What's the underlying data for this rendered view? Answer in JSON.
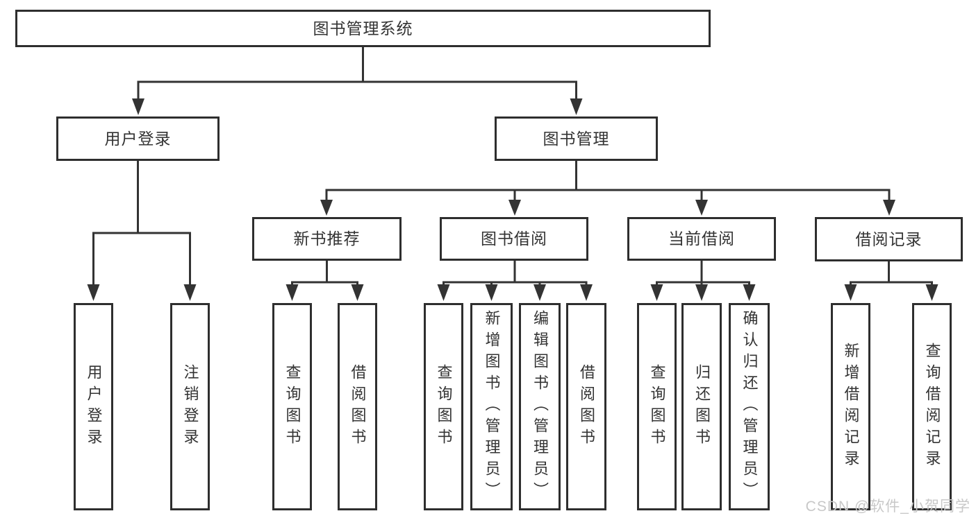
{
  "tree": {
    "root": {
      "label": "图书管理系统"
    },
    "branches": {
      "user_login": {
        "label": "用户登录",
        "children": [
          {
            "label": "用户登录"
          },
          {
            "label": "注销登录"
          }
        ]
      },
      "book_management": {
        "label": "图书管理",
        "children": [
          {
            "label": "新书推荐",
            "children": [
              {
                "label": "查询图书"
              },
              {
                "label": "借阅图书"
              }
            ]
          },
          {
            "label": "图书借阅",
            "children": [
              {
                "label": "查询图书"
              },
              {
                "label": "新增图书（管理员）"
              },
              {
                "label": "编辑图书（管理员）"
              },
              {
                "label": "借阅图书"
              }
            ]
          },
          {
            "label": "当前借阅",
            "children": [
              {
                "label": "查询图书"
              },
              {
                "label": "归还图书"
              },
              {
                "label": "确认归还（管理员）"
              }
            ]
          },
          {
            "label": "借阅记录",
            "children": [
              {
                "label": "新增借阅记录"
              },
              {
                "label": "查询借阅记录"
              }
            ]
          }
        ]
      }
    }
  },
  "watermark": {
    "text": "CSDN @软件_小贺同学"
  },
  "colors": {
    "line": "#333333",
    "box_border": "#2e2e2e",
    "box_background": "#ffffff",
    "label_text": "#333333",
    "watermark_text": "#c8c8c8",
    "page_background": "#ffffff"
  }
}
